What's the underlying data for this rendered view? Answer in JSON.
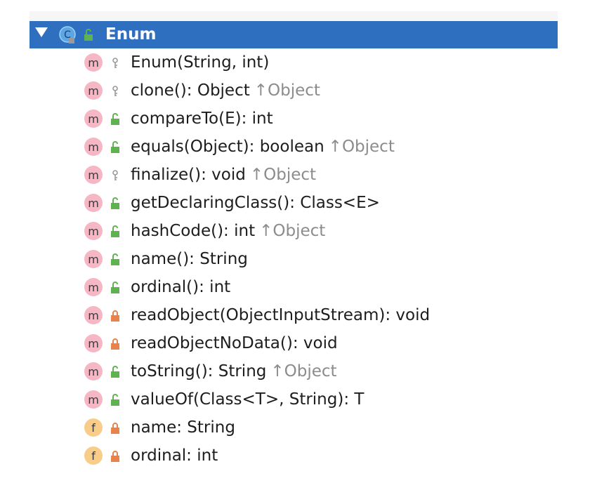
{
  "header": {
    "title": "Enum",
    "icon": "class-icon",
    "access": "public"
  },
  "colors": {
    "selection": "#2f6fbf",
    "method_badge": "#f7b6c4",
    "field_badge": "#f8cd8a",
    "public_lock": "#5eb34f",
    "private_lock": "#e8834b"
  },
  "members": [
    {
      "kind": "m",
      "access": "protected",
      "label": "Enum(String, int)",
      "inherited": ""
    },
    {
      "kind": "m",
      "access": "protected",
      "label": "clone(): Object",
      "inherited": "↑Object"
    },
    {
      "kind": "m",
      "access": "public",
      "label": "compareTo(E): int",
      "inherited": ""
    },
    {
      "kind": "m",
      "access": "public",
      "label": "equals(Object): boolean",
      "inherited": "↑Object"
    },
    {
      "kind": "m",
      "access": "protected",
      "label": "finalize(): void",
      "inherited": "↑Object"
    },
    {
      "kind": "m",
      "access": "public",
      "label": "getDeclaringClass(): Class<E>",
      "inherited": ""
    },
    {
      "kind": "m",
      "access": "public",
      "label": "hashCode(): int",
      "inherited": "↑Object"
    },
    {
      "kind": "m",
      "access": "public",
      "label": "name(): String",
      "inherited": ""
    },
    {
      "kind": "m",
      "access": "public",
      "label": "ordinal(): int",
      "inherited": ""
    },
    {
      "kind": "m",
      "access": "private",
      "label": "readObject(ObjectInputStream): void",
      "inherited": ""
    },
    {
      "kind": "m",
      "access": "private",
      "label": "readObjectNoData(): void",
      "inherited": ""
    },
    {
      "kind": "m",
      "access": "public",
      "label": "toString(): String",
      "inherited": "↑Object"
    },
    {
      "kind": "m",
      "access": "public",
      "label": "valueOf(Class<T>, String): T",
      "inherited": ""
    },
    {
      "kind": "f",
      "access": "private",
      "label": "name: String",
      "inherited": ""
    },
    {
      "kind": "f",
      "access": "private",
      "label": "ordinal: int",
      "inherited": ""
    }
  ]
}
